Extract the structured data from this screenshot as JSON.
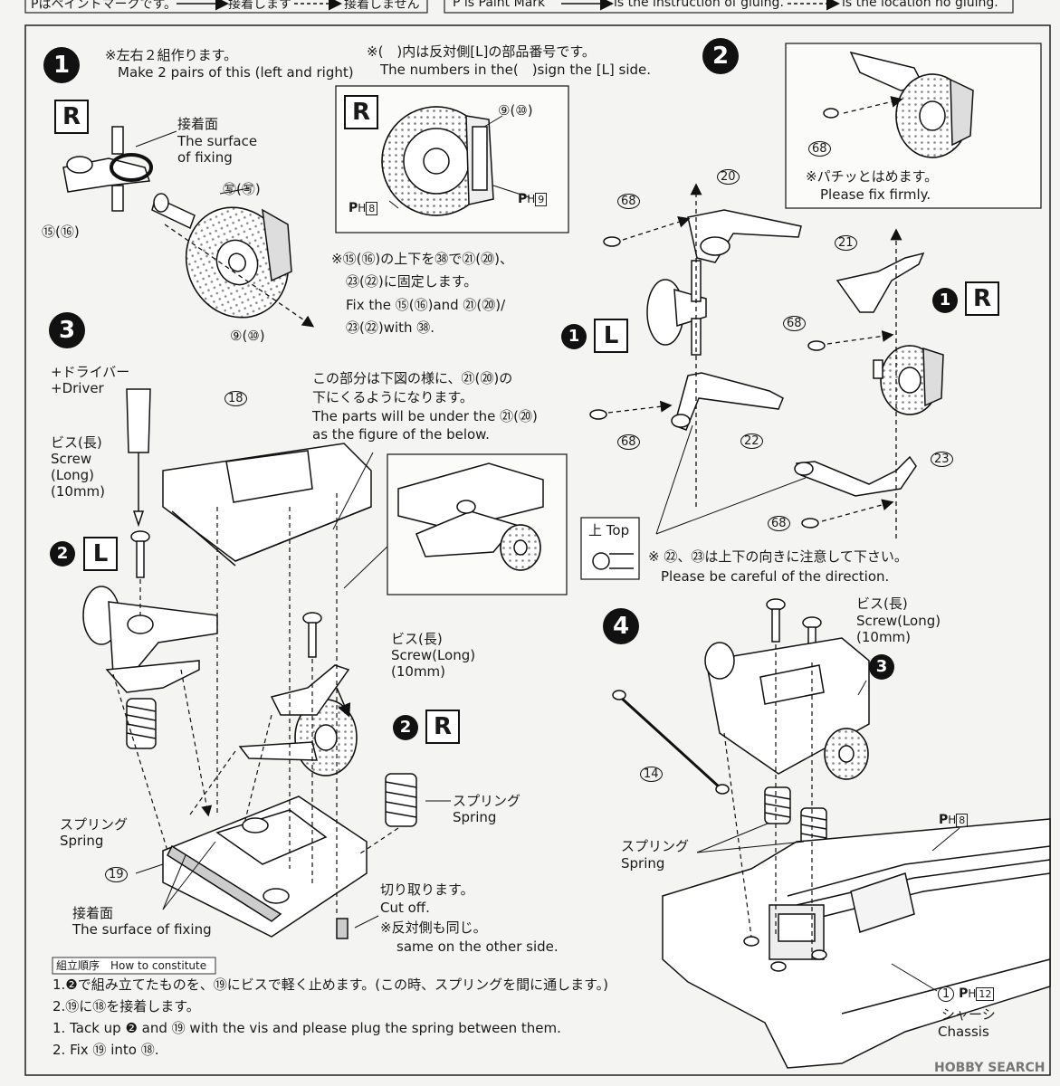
{
  "top_legend": {
    "left": [
      "Pはペイントマークです。",
      "接着します",
      "接着しません"
    ],
    "right": [
      "P is Paint Mark",
      "is the instruction of gluing.",
      "is the location no gluing."
    ]
  },
  "step1": {
    "num": "1",
    "note_jp": "※左右２組作ります。",
    "note_en": "Make 2 pairs of this (left and right)",
    "side": "R",
    "surface_jp": "接着面",
    "surface_en1": "The surface",
    "surface_en2": "of fixing",
    "part_67": "㊢(㊢)",
    "part_1516": "⑮(⑯)",
    "part_910": "⑨(⑩)",
    "numbers_note_jp": "※(　)内は反対側[L]の部品番号です。",
    "numbers_note_en": "The numbers in the(　)sign the [L] side.",
    "inset_side": "R",
    "inset_910": "⑨(⑩)",
    "inset_ph8": "8",
    "inset_ph9": "9",
    "fix_jp1": "※⑮(⑯)の上下を㊳で㉑(⑳)、",
    "fix_jp2": "㉓(㉒)に固定します。",
    "fix_en1": "Fix the ⑮(⑯)and ㉑(⑳)/",
    "fix_en2": "㉓(㉒)with ㊳."
  },
  "step2": {
    "num": "2",
    "snap_jp": "※パチッとはめます。",
    "snap_en": "Please fix firmly.",
    "p68": "68",
    "p20": "20",
    "p21": "21",
    "p22": "22",
    "p23": "23",
    "left_label_num": "1",
    "left_label_side": "L",
    "right_label_num": "1",
    "right_label_side": "R",
    "top_jp": "上",
    "top_en": "Top",
    "dir_jp": "※ ㉒、㉓は上下の向きに注意して下さい。",
    "dir_en": "Please be careful of the direction."
  },
  "step3": {
    "num": "3",
    "driver_jp": "+ドライバー",
    "driver_en": "+Driver",
    "screw_jp": "ビス(長)",
    "screw_en1": "Screw",
    "screw_en2": "(Long)",
    "screw_en3": "(10mm)",
    "p18": "18",
    "under_jp1": "この部分は下図の様に、㉑(⑳)の",
    "under_jp2": "下にくるようになります。",
    "under_en1": "The parts will be under the ㉑(⑳)",
    "under_en2": "as the figure of the below.",
    "l_num": "2",
    "l_side": "L",
    "r_num": "2",
    "r_side": "R",
    "screw2_jp": "ビス(長)",
    "screw2_en1": "Screw(Long)",
    "screw2_en2": "(10mm)",
    "spring_jp": "スプリング",
    "spring_en": "Spring",
    "spring2_jp": "スプリング",
    "spring2_en": "Spring",
    "p19": "19",
    "surface_jp": "接着面",
    "surface_en": "The surface of fixing",
    "cut_jp": "切り取ります。",
    "cut_en": "Cut off.",
    "other_jp": "※反対側も同じ。",
    "other_en": "same on the other side.",
    "order_title": "組立順序　How to constitute",
    "order_lines": [
      "1.❷で組み立てたものを、⑲にビスで軽く止めます。(この時、スプリングを間に通します。)",
      "2.⑲に⑱を接着します。",
      "1. Tack up ❷ and ⑲ with the vis and please plug the spring between them.",
      "2. Fix ⑲ into ⑱."
    ]
  },
  "step4": {
    "num": "4",
    "screw_jp": "ビス(長)",
    "screw_en1": "Screw(Long)",
    "screw_en2": "(10mm)",
    "sub3": "3",
    "p14": "14",
    "spring_jp": "スプリング",
    "spring_en": "Spring",
    "ph8": "8",
    "chassis_num": "1",
    "chassis_ph": "12",
    "chassis_jp": "シャーシ",
    "chassis_en": "Chassis"
  },
  "watermark": "HOBBY SEARCH"
}
